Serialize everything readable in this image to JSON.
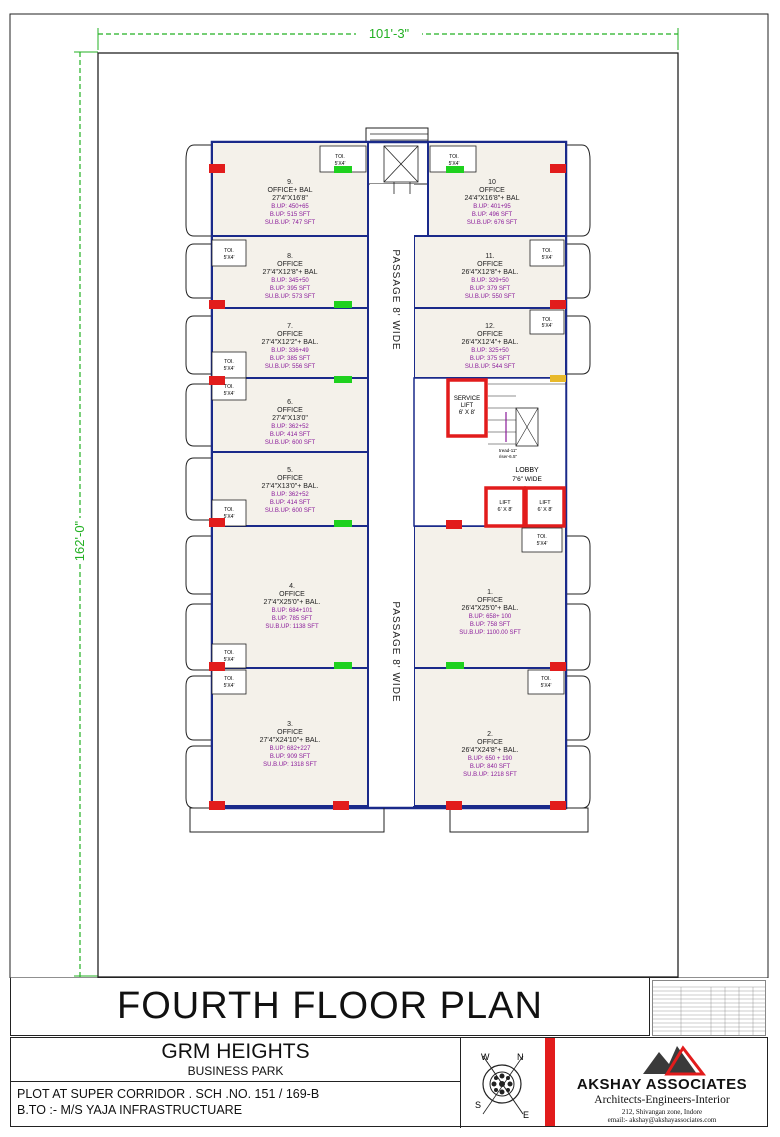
{
  "dimensions": {
    "width": "101'-3\"",
    "length": "162'-0\""
  },
  "drawing_title": "FOURTH  FLOOR PLAN",
  "project": {
    "name": "GRM HEIGHTS",
    "subtitle": "BUSINESS PARK",
    "plot_line": "PLOT AT SUPER CORRIDOR . SCH .NO. 151 / 169-B",
    "owner_line": "B.TO :- M/S YAJA INFRASTRUCTUARE"
  },
  "firm": {
    "name": "AKSHAY ASSOCIATES",
    "tagline": "Architects-Engineers-Interior",
    "address": "212, Shivangan zone, Indore",
    "email": "email:- akshay@akshayassociates.com"
  },
  "compass": {
    "letters": [
      "W",
      "N",
      "E",
      "S"
    ]
  },
  "passages": {
    "upper": "PASSAGE 8' WIDE",
    "lower": "PASSAGE 8' WIDE"
  },
  "lobby": [
    "LOBBY",
    "7'6\" WIDE"
  ],
  "service_lift": [
    "SERVICE",
    "LIFT",
    "6' X 8'"
  ],
  "lifts": [
    {
      "label": "LIFT",
      "size": "6' X 8'"
    },
    {
      "label": "LIFT",
      "size": "6' X 8'"
    }
  ],
  "toilet_label": "TOI.",
  "toilet_size": "5'X4'",
  "stair_note": [
    "tread-11\"",
    "riser-6.5\""
  ],
  "offices": [
    {
      "no": "9.",
      "type": "OFFICE+ BAL",
      "size": "27'4\"X16'8\"",
      "bup": "B.UP: 450+65",
      "bup2": "B.UP: 515 SFT",
      "sbup": "SU.B.UP: 747 SFT"
    },
    {
      "no": "10",
      "type": "OFFICE",
      "size": "24'4\"X16'8\"+ BAL",
      "bup": "B.UP: 401+95",
      "bup2": "B.UP: 496 SFT",
      "sbup": "SU.B.UP: 676 SFT"
    },
    {
      "no": "8.",
      "type": "OFFICE",
      "size": "27'4\"X12'8\"+ BAL",
      "bup": "B.UP: 345+50",
      "bup2": "B.UP: 395 SFT",
      "sbup": "SU.B.UP: 573 SFT"
    },
    {
      "no": "11.",
      "type": "OFFICE",
      "size": "26'4\"X12'8\"+ BAL.",
      "bup": "B.UP: 329+50",
      "bup2": "B.UP: 379 SFT",
      "sbup": "SU.B.UP: 550 SFT"
    },
    {
      "no": "7.",
      "type": "OFFICE",
      "size": "27'4\"X12'2\"+ BAL.",
      "bup": "B.UP: 336+49",
      "bup2": "B.UP: 385 SFT",
      "sbup": "SU.B.UP: 556 SFT"
    },
    {
      "no": "12.",
      "type": "OFFICE",
      "size": "26'4\"X12'4\"+ BAL.",
      "bup": "B.UP: 325+50",
      "bup2": "B.UP: 375 SFT",
      "sbup": "SU.B.UP: 544 SFT"
    },
    {
      "no": "6.",
      "type": "OFFICE",
      "size": "27'4\"X13'0\"",
      "bup": "B.UP: 362+52",
      "bup2": "B.UP: 414 SFT",
      "sbup": "SU.B.UP: 600 SFT"
    },
    {
      "no": "5.",
      "type": "OFFICE",
      "size": "27'4\"X13'0\"+ BAL.",
      "bup": "B.UP: 362+52",
      "bup2": "B.UP: 414 SFT",
      "sbup": "SU.B.UP: 600 SFT"
    },
    {
      "no": "4.",
      "type": "OFFICE",
      "size": "27'4\"X25'0\"+ BAL.",
      "bup": "B.UP: 684+101",
      "bup2": "B.UP: 785 SFT",
      "sbup": "SU.B.UP: 1138 SFT"
    },
    {
      "no": "1.",
      "type": "OFFICE",
      "size": "26'4\"X25'0\"+ BAL.",
      "bup": "B.UP: 658+ 100",
      "bup2": "B.UP: 758 SFT",
      "sbup": "SU.B.UP: 1100.00 SFT"
    },
    {
      "no": "3.",
      "type": "OFFICE",
      "size": "27'4\"X24'10\"+ BAL.",
      "bup": "B.UP: 682+227",
      "bup2": "B.UP: 909 SFT",
      "sbup": "SU.B.UP: 1318 SFT"
    },
    {
      "no": "2.",
      "type": "OFFICE",
      "size": "26'4\"X24'8\"+ BAL.",
      "bup": "B.UP: 650 + 190",
      "bup2": "B.UP: 840 SFT",
      "sbup": "SU.B.UP: 1218 SFT"
    }
  ],
  "colors": {
    "wall": "#1a2a8a",
    "column": "#e21c1c",
    "door": "#1ed11e",
    "area_text": "#8a1a9a",
    "dim_line": "#23b023",
    "accent": "#e21c1c"
  }
}
